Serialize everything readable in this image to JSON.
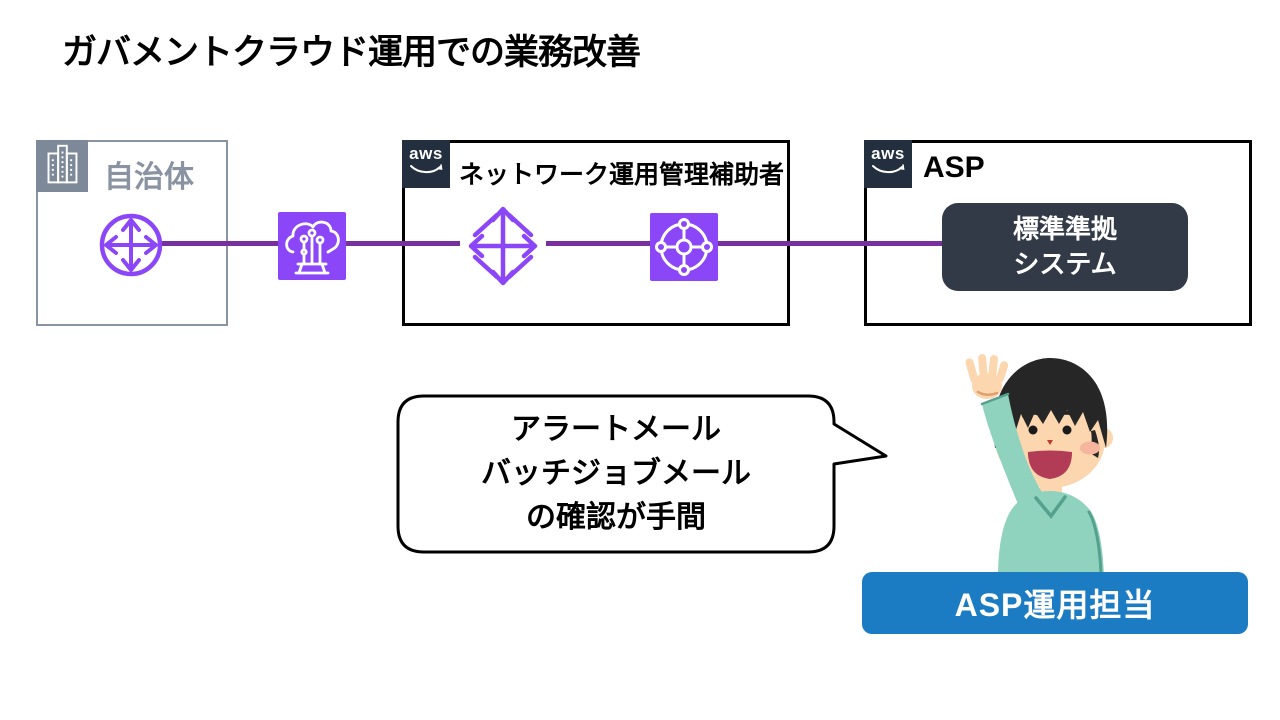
{
  "title": "ガバメントクラウド運用での業務改善",
  "aws_badge": {
    "text": "aws"
  },
  "municipality_box": {
    "label": "自治体"
  },
  "network_box": {
    "label": "ネットワーク運用管理補助者"
  },
  "asp_box": {
    "label": "ASP",
    "system": {
      "line1": "標準準拠",
      "line2": "システム"
    }
  },
  "speech_bubble": {
    "line1": "アラートメール",
    "line2": "バッチジョブメール",
    "line3": "の確認が手間"
  },
  "person": {
    "role_label": "ASP運用担当"
  },
  "icons": {
    "building": "building-icon",
    "router": "router-icon",
    "cloud_connect": "cloud-connect-icon",
    "transit_gateway_outline": "transit-gateway-outline-icon",
    "transit_gateway_filled": "transit-gateway-icon",
    "aws_logo": "aws-logo-icon",
    "person": "person-raising-hand"
  },
  "colors": {
    "accent_purple": "#8b46f8",
    "line_purple": "#78309f",
    "aws_navy": "#232f3e",
    "system_box_dark": "#323a48",
    "role_blue": "#1b7cc4",
    "muted_gray": "#7d8998",
    "muni_gray": "#8a93a1"
  }
}
